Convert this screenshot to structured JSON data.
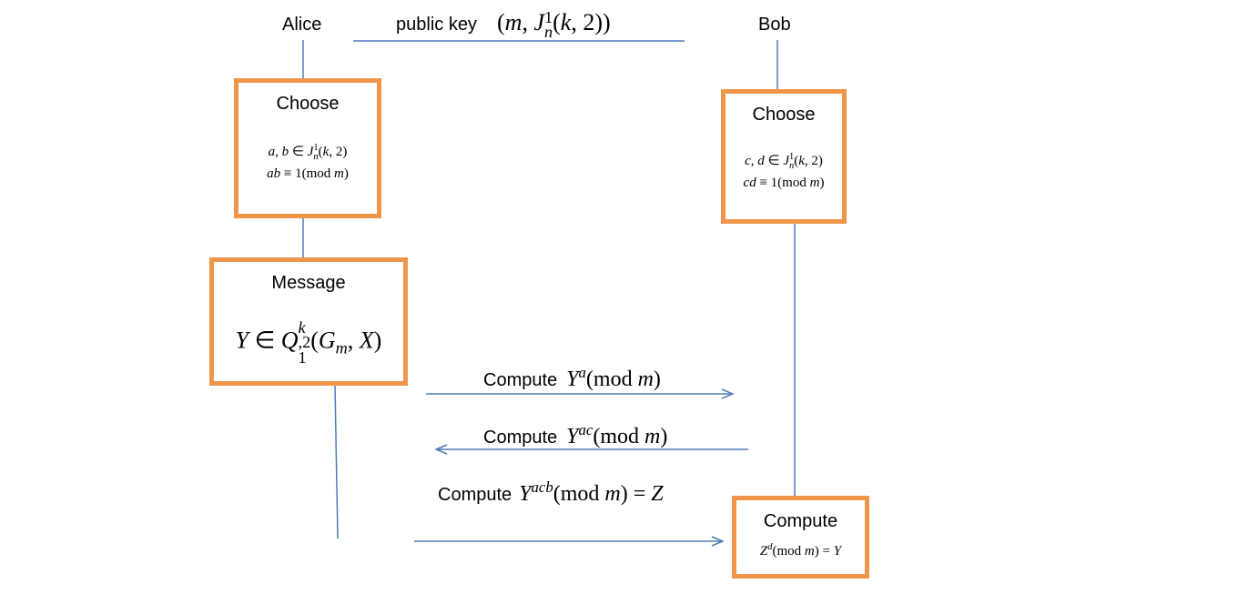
{
  "parties": {
    "alice": "Alice",
    "bob": "Bob"
  },
  "public_key": {
    "label": "public key",
    "value": "(m, J_n^1(k,2))"
  },
  "alice_choose": {
    "title": "Choose",
    "line1": "a, b ∈ J_n^1(k,2)",
    "line2": "ab ≡ 1(mod m)"
  },
  "bob_choose": {
    "title": "Choose",
    "line1": "c, d ∈ J_n^1(k,2)",
    "line2": "cd ≡ 1(mod m)"
  },
  "message": {
    "title": "Message",
    "formula": "Y ∈ Q_1^{k,2}(G_m, X)"
  },
  "steps": [
    {
      "label": "Compute",
      "formula": "Y^a (mod m)",
      "direction": "right"
    },
    {
      "label": "Compute",
      "formula": "Y^ac (mod m)",
      "direction": "left"
    },
    {
      "label": "Compute",
      "formula": "Y^acb (mod m) = Z",
      "direction": "right"
    }
  ],
  "bob_compute": {
    "title": "Compute",
    "formula": "Z^d (mod m) = Y"
  },
  "colors": {
    "box_border": "#F0964A",
    "arrow": "#4F7DB8",
    "line": "#4F7DB8"
  }
}
